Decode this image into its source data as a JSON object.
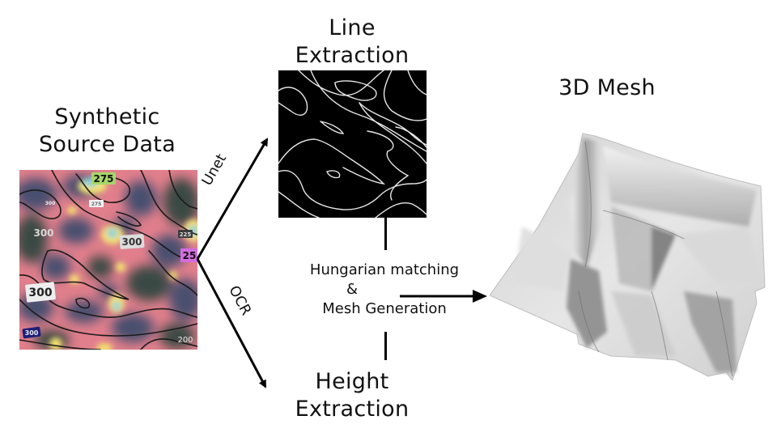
{
  "source": {
    "title_line1": "Synthetic",
    "title_line2": "Source Data",
    "map_labels": [
      {
        "text": "275",
        "style": "green-box"
      },
      {
        "text": "275",
        "style": "small-white"
      },
      {
        "text": "300",
        "style": "plain-white"
      },
      {
        "text": "300",
        "style": "grey-box"
      },
      {
        "text": "225",
        "style": "dark-box"
      },
      {
        "text": "25",
        "style": "magenta-box"
      },
      {
        "text": "300",
        "style": "white-box-large"
      },
      {
        "text": "300",
        "style": "navy-box"
      },
      {
        "text": "200",
        "style": "plain-white"
      },
      {
        "text": "300",
        "style": "small-white"
      }
    ]
  },
  "edges": {
    "upper_label": "Unet",
    "lower_label": "OCR"
  },
  "line_extraction": {
    "title_line1": "Line",
    "title_line2": "Extraction"
  },
  "height_extraction": {
    "title_line1": "Height",
    "title_line2": "Extraction"
  },
  "merge": {
    "line1": "Hungarian matching",
    "line2": "&",
    "line3": "Mesh Generation"
  },
  "mesh": {
    "title": "3D Mesh"
  },
  "colors": {
    "map_pink": "#e27f8c",
    "map_navy": "#4a4f70",
    "map_darkgreen": "#3b4a45",
    "map_yellow": "#f2e070",
    "map_cyan": "#8fd3d8",
    "label_magenta": "#d56be0",
    "label_navy": "#1d1f7a",
    "line_map_bg": "#000000",
    "line_map_stroke": "#e6e6e6",
    "arrow": "#000000",
    "mesh_light": "#e8e8e8",
    "mesh_dark": "#5a5a5a"
  }
}
